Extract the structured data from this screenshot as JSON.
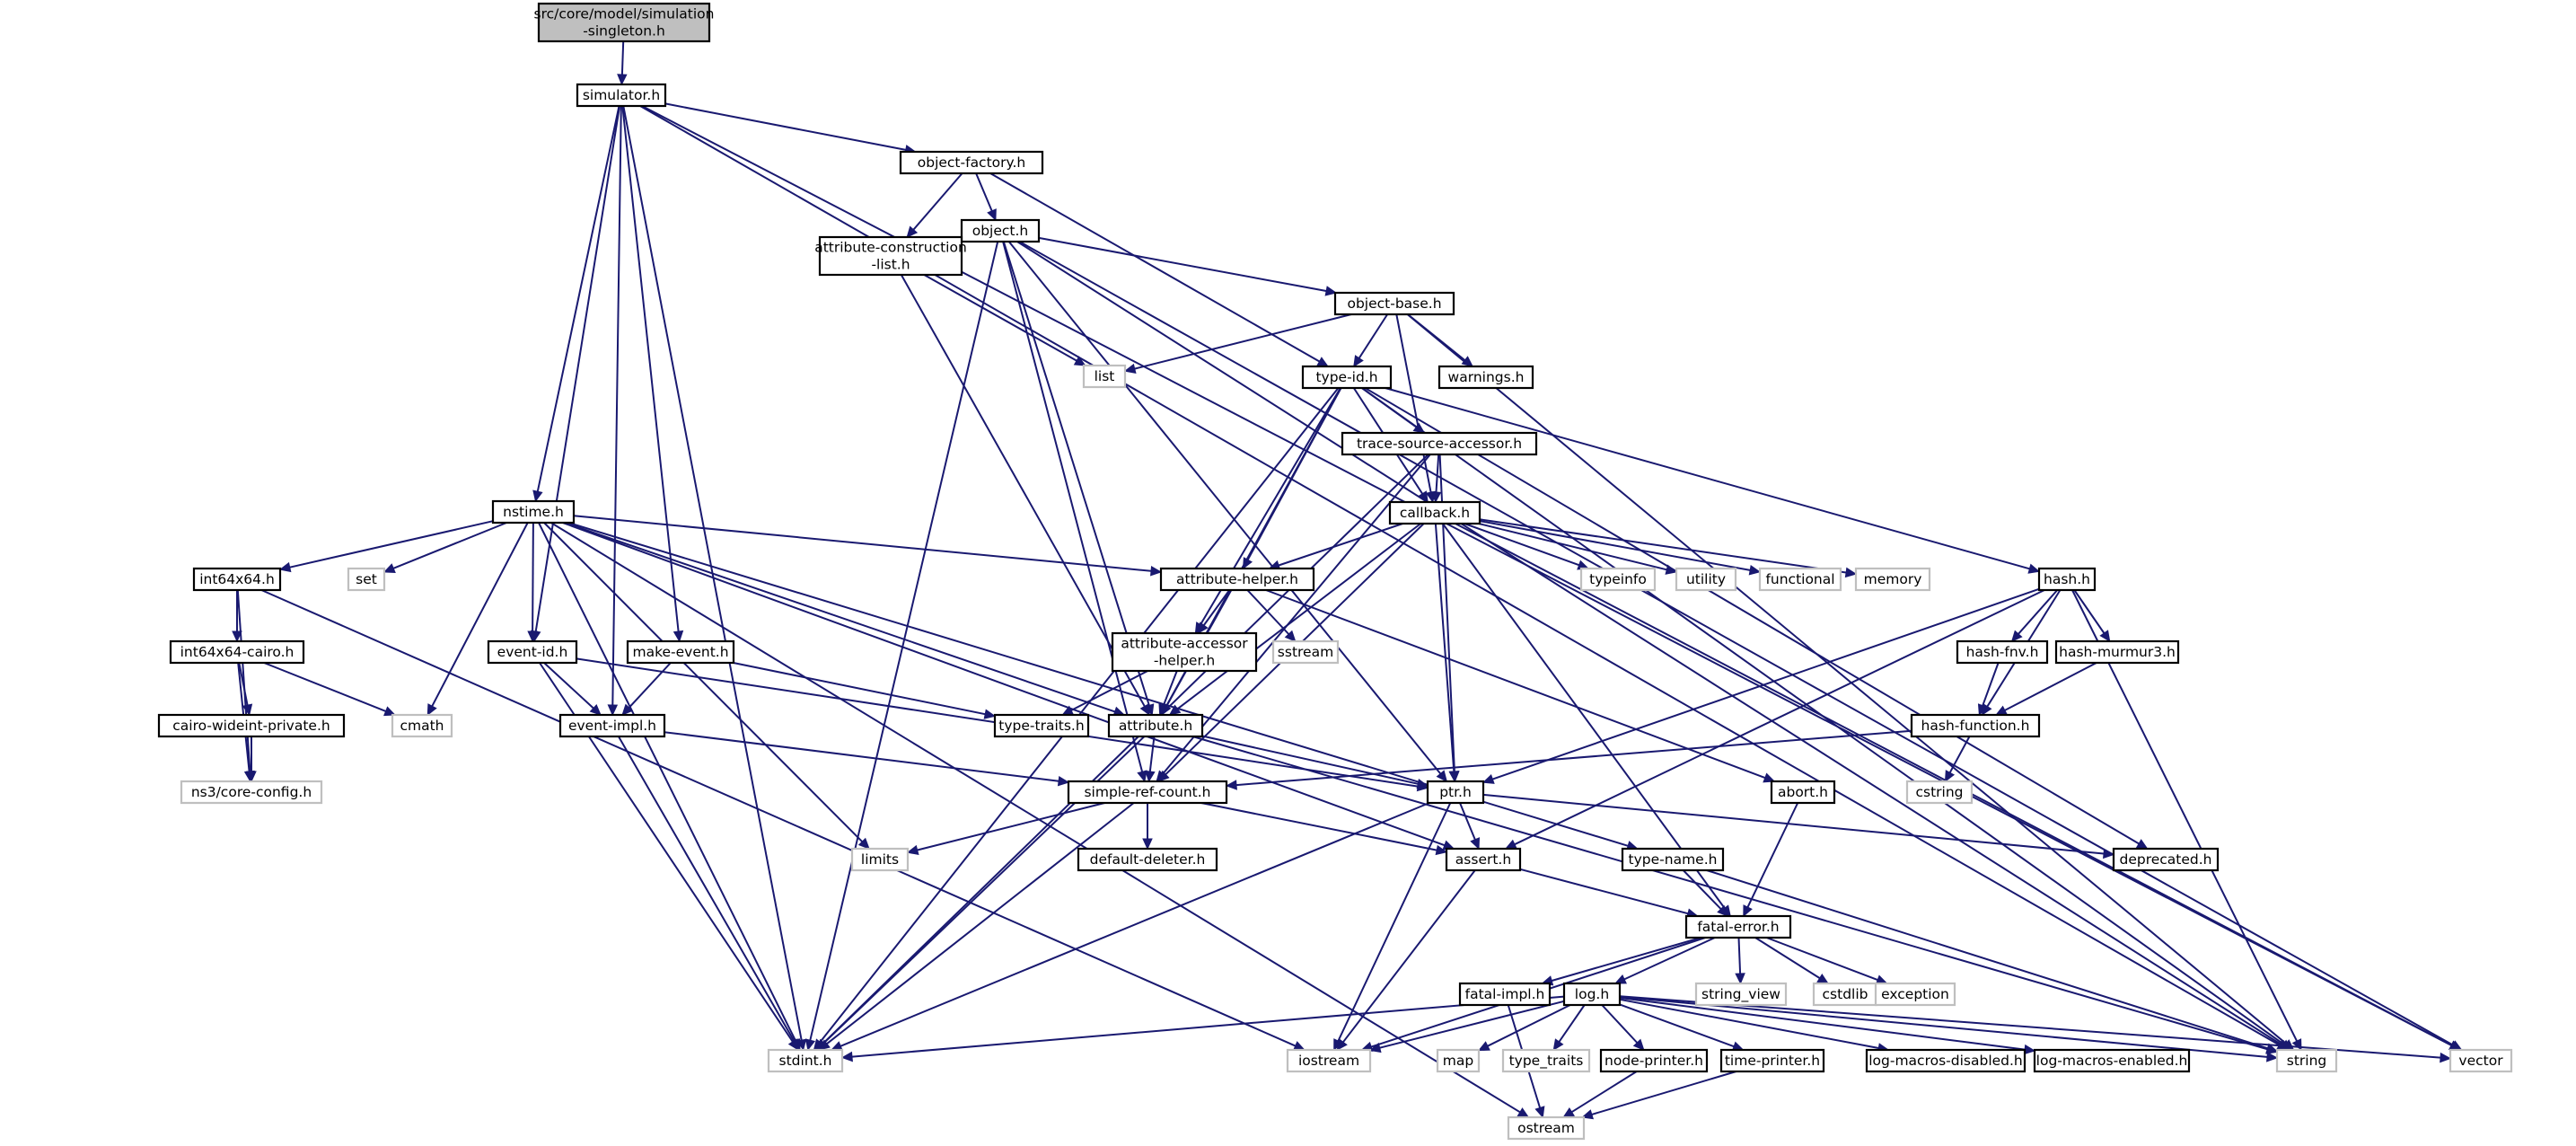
{
  "graph": {
    "root": "src/core/model/simulation-singleton.h",
    "nodes": [
      {
        "id": "root",
        "lines": [
          "src/core/model/simulation",
          "-singleton.h"
        ],
        "kind": "root"
      },
      {
        "id": "simulator",
        "lines": [
          "simulator.h"
        ],
        "kind": "project"
      },
      {
        "id": "object-factory",
        "lines": [
          "object-factory.h"
        ],
        "kind": "project"
      },
      {
        "id": "object",
        "lines": [
          "object.h"
        ],
        "kind": "project"
      },
      {
        "id": "attr-construction",
        "lines": [
          "attribute-construction",
          "-list.h"
        ],
        "kind": "project"
      },
      {
        "id": "object-base",
        "lines": [
          "object-base.h"
        ],
        "kind": "project"
      },
      {
        "id": "list",
        "lines": [
          "list"
        ],
        "kind": "external"
      },
      {
        "id": "type-id",
        "lines": [
          "type-id.h"
        ],
        "kind": "project"
      },
      {
        "id": "warnings",
        "lines": [
          "warnings.h"
        ],
        "kind": "project"
      },
      {
        "id": "trace-source",
        "lines": [
          "trace-source-accessor.h"
        ],
        "kind": "project"
      },
      {
        "id": "callback",
        "lines": [
          "callback.h"
        ],
        "kind": "project"
      },
      {
        "id": "nstime",
        "lines": [
          "nstime.h"
        ],
        "kind": "project"
      },
      {
        "id": "int64x64",
        "lines": [
          "int64x64.h"
        ],
        "kind": "project"
      },
      {
        "id": "set",
        "lines": [
          "set"
        ],
        "kind": "external"
      },
      {
        "id": "attribute-helper",
        "lines": [
          "attribute-helper.h"
        ],
        "kind": "project"
      },
      {
        "id": "typeinfo",
        "lines": [
          "typeinfo"
        ],
        "kind": "external"
      },
      {
        "id": "utility",
        "lines": [
          "utility"
        ],
        "kind": "external"
      },
      {
        "id": "functional",
        "lines": [
          "functional"
        ],
        "kind": "external"
      },
      {
        "id": "memory",
        "lines": [
          "memory"
        ],
        "kind": "external"
      },
      {
        "id": "hash",
        "lines": [
          "hash.h"
        ],
        "kind": "project"
      },
      {
        "id": "int64x64-cairo",
        "lines": [
          "int64x64-cairo.h"
        ],
        "kind": "project"
      },
      {
        "id": "event-id",
        "lines": [
          "event-id.h"
        ],
        "kind": "project"
      },
      {
        "id": "make-event",
        "lines": [
          "make-event.h"
        ],
        "kind": "project"
      },
      {
        "id": "attr-accessor",
        "lines": [
          "attribute-accessor",
          "-helper.h"
        ],
        "kind": "project"
      },
      {
        "id": "sstream",
        "lines": [
          "sstream"
        ],
        "kind": "external"
      },
      {
        "id": "hash-fnv",
        "lines": [
          "hash-fnv.h"
        ],
        "kind": "project"
      },
      {
        "id": "hash-murmur3",
        "lines": [
          "hash-murmur3.h"
        ],
        "kind": "project"
      },
      {
        "id": "cairo-wideint",
        "lines": [
          "cairo-wideint-private.h"
        ],
        "kind": "project"
      },
      {
        "id": "cmath",
        "lines": [
          "cmath"
        ],
        "kind": "external"
      },
      {
        "id": "event-impl",
        "lines": [
          "event-impl.h"
        ],
        "kind": "project"
      },
      {
        "id": "type-traits",
        "lines": [
          "type-traits.h"
        ],
        "kind": "project"
      },
      {
        "id": "attribute",
        "lines": [
          "attribute.h"
        ],
        "kind": "project"
      },
      {
        "id": "hash-function",
        "lines": [
          "hash-function.h"
        ],
        "kind": "project"
      },
      {
        "id": "ns3-core-config",
        "lines": [
          "ns3/core-config.h"
        ],
        "kind": "external"
      },
      {
        "id": "simple-ref-count",
        "lines": [
          "simple-ref-count.h"
        ],
        "kind": "project"
      },
      {
        "id": "ptr",
        "lines": [
          "ptr.h"
        ],
        "kind": "project"
      },
      {
        "id": "abort",
        "lines": [
          "abort.h"
        ],
        "kind": "project"
      },
      {
        "id": "cstring",
        "lines": [
          "cstring"
        ],
        "kind": "external"
      },
      {
        "id": "limits",
        "lines": [
          "limits"
        ],
        "kind": "external"
      },
      {
        "id": "default-deleter",
        "lines": [
          "default-deleter.h"
        ],
        "kind": "project"
      },
      {
        "id": "assert",
        "lines": [
          "assert.h"
        ],
        "kind": "project"
      },
      {
        "id": "type-name",
        "lines": [
          "type-name.h"
        ],
        "kind": "project"
      },
      {
        "id": "deprecated",
        "lines": [
          "deprecated.h"
        ],
        "kind": "project"
      },
      {
        "id": "fatal-error",
        "lines": [
          "fatal-error.h"
        ],
        "kind": "project"
      },
      {
        "id": "fatal-impl",
        "lines": [
          "fatal-impl.h"
        ],
        "kind": "project"
      },
      {
        "id": "log",
        "lines": [
          "log.h"
        ],
        "kind": "project"
      },
      {
        "id": "string_view",
        "lines": [
          "string_view"
        ],
        "kind": "external"
      },
      {
        "id": "cstdlib",
        "lines": [
          "cstdlib"
        ],
        "kind": "external"
      },
      {
        "id": "exception",
        "lines": [
          "exception"
        ],
        "kind": "external"
      },
      {
        "id": "stdint",
        "lines": [
          "stdint.h"
        ],
        "kind": "external"
      },
      {
        "id": "iostream",
        "lines": [
          "iostream"
        ],
        "kind": "external"
      },
      {
        "id": "map",
        "lines": [
          "map"
        ],
        "kind": "external"
      },
      {
        "id": "type_traits",
        "lines": [
          "type_traits"
        ],
        "kind": "external"
      },
      {
        "id": "node-printer",
        "lines": [
          "node-printer.h"
        ],
        "kind": "project"
      },
      {
        "id": "time-printer",
        "lines": [
          "time-printer.h"
        ],
        "kind": "project"
      },
      {
        "id": "log-disabled",
        "lines": [
          "log-macros-disabled.h"
        ],
        "kind": "project"
      },
      {
        "id": "log-enabled",
        "lines": [
          "log-macros-enabled.h"
        ],
        "kind": "project"
      },
      {
        "id": "string",
        "lines": [
          "string"
        ],
        "kind": "external"
      },
      {
        "id": "vector",
        "lines": [
          "vector"
        ],
        "kind": "external"
      },
      {
        "id": "ostream",
        "lines": [
          "ostream"
        ],
        "kind": "external"
      }
    ],
    "edges": [
      [
        "root",
        "simulator"
      ],
      [
        "simulator",
        "object-factory"
      ],
      [
        "simulator",
        "nstime"
      ],
      [
        "simulator",
        "event-id"
      ],
      [
        "simulator",
        "make-event"
      ],
      [
        "simulator",
        "event-impl"
      ],
      [
        "simulator",
        "stdint"
      ],
      [
        "simulator",
        "string"
      ],
      [
        "simulator",
        "vector"
      ],
      [
        "object-factory",
        "object"
      ],
      [
        "object-factory",
        "attr-construction"
      ],
      [
        "object-factory",
        "type-id"
      ],
      [
        "object",
        "attr-construction"
      ],
      [
        "object",
        "object-base"
      ],
      [
        "object",
        "attribute"
      ],
      [
        "object",
        "ptr"
      ],
      [
        "object",
        "simple-ref-count"
      ],
      [
        "object",
        "stdint"
      ],
      [
        "object",
        "string"
      ],
      [
        "object",
        "vector"
      ],
      [
        "attr-construction",
        "list"
      ],
      [
        "attr-construction",
        "attribute"
      ],
      [
        "object-base",
        "type-id"
      ],
      [
        "object-base",
        "warnings"
      ],
      [
        "object-base",
        "callback"
      ],
      [
        "object-base",
        "list"
      ],
      [
        "object-base",
        "string"
      ],
      [
        "type-id",
        "trace-source"
      ],
      [
        "type-id",
        "callback"
      ],
      [
        "type-id",
        "attribute-helper"
      ],
      [
        "type-id",
        "attr-accessor"
      ],
      [
        "type-id",
        "attribute"
      ],
      [
        "type-id",
        "hash"
      ],
      [
        "type-id",
        "deprecated"
      ],
      [
        "type-id",
        "stdint"
      ],
      [
        "type-id",
        "string"
      ],
      [
        "trace-source",
        "callback"
      ],
      [
        "trace-source",
        "simple-ref-count"
      ],
      [
        "trace-source",
        "ptr"
      ],
      [
        "trace-source",
        "stdint"
      ],
      [
        "callback",
        "attribute-helper"
      ],
      [
        "callback",
        "attribute"
      ],
      [
        "callback",
        "ptr"
      ],
      [
        "callback",
        "simple-ref-count"
      ],
      [
        "callback",
        "fatal-error"
      ],
      [
        "callback",
        "typeinfo"
      ],
      [
        "callback",
        "utility"
      ],
      [
        "callback",
        "functional"
      ],
      [
        "callback",
        "memory"
      ],
      [
        "callback",
        "vector"
      ],
      [
        "nstime",
        "int64x64"
      ],
      [
        "nstime",
        "set"
      ],
      [
        "nstime",
        "cmath"
      ],
      [
        "nstime",
        "event-id"
      ],
      [
        "nstime",
        "attribute-helper"
      ],
      [
        "nstime",
        "attribute"
      ],
      [
        "nstime",
        "assert"
      ],
      [
        "nstime",
        "type-name"
      ],
      [
        "nstime",
        "limits"
      ],
      [
        "nstime",
        "stdint"
      ],
      [
        "nstime",
        "ostream"
      ],
      [
        "int64x64",
        "int64x64-cairo"
      ],
      [
        "int64x64",
        "ns3-core-config"
      ],
      [
        "int64x64",
        "iostream"
      ],
      [
        "int64x64-cairo",
        "cairo-wideint"
      ],
      [
        "int64x64-cairo",
        "ns3-core-config"
      ],
      [
        "int64x64-cairo",
        "cmath"
      ],
      [
        "cairo-wideint",
        "ns3-core-config"
      ],
      [
        "event-id",
        "event-impl"
      ],
      [
        "event-id",
        "ptr"
      ],
      [
        "event-id",
        "stdint"
      ],
      [
        "make-event",
        "event-impl"
      ],
      [
        "make-event",
        "type-traits"
      ],
      [
        "event-impl",
        "simple-ref-count"
      ],
      [
        "event-impl",
        "stdint"
      ],
      [
        "attribute-helper",
        "attr-accessor"
      ],
      [
        "attribute-helper",
        "attribute"
      ],
      [
        "attribute-helper",
        "abort"
      ],
      [
        "attribute-helper",
        "sstream"
      ],
      [
        "attr-accessor",
        "attribute"
      ],
      [
        "attr-accessor",
        "type-traits"
      ],
      [
        "attribute",
        "simple-ref-count"
      ],
      [
        "attribute",
        "ptr"
      ],
      [
        "attribute",
        "string"
      ],
      [
        "attribute",
        "stdint"
      ],
      [
        "hash",
        "hash-fnv"
      ],
      [
        "hash",
        "hash-murmur3"
      ],
      [
        "hash",
        "hash-function"
      ],
      [
        "hash",
        "assert"
      ],
      [
        "hash",
        "ptr"
      ],
      [
        "hash",
        "string"
      ],
      [
        "hash-fnv",
        "hash-function"
      ],
      [
        "hash-murmur3",
        "hash-function"
      ],
      [
        "hash-function",
        "simple-ref-count"
      ],
      [
        "hash-function",
        "cstring"
      ],
      [
        "simple-ref-count",
        "default-deleter"
      ],
      [
        "simple-ref-count",
        "assert"
      ],
      [
        "simple-ref-count",
        "limits"
      ],
      [
        "simple-ref-count",
        "stdint"
      ],
      [
        "ptr",
        "assert"
      ],
      [
        "ptr",
        "deprecated"
      ],
      [
        "ptr",
        "iostream"
      ],
      [
        "ptr",
        "stdint"
      ],
      [
        "abort",
        "fatal-error"
      ],
      [
        "assert",
        "fatal-error"
      ],
      [
        "assert",
        "iostream"
      ],
      [
        "type-name",
        "fatal-error"
      ],
      [
        "type-name",
        "string"
      ],
      [
        "fatal-error",
        "fatal-impl"
      ],
      [
        "fatal-error",
        "log"
      ],
      [
        "fatal-error",
        "string_view"
      ],
      [
        "fatal-error",
        "cstdlib"
      ],
      [
        "fatal-error",
        "exception"
      ],
      [
        "fatal-error",
        "iostream"
      ],
      [
        "fatal-impl",
        "ostream"
      ],
      [
        "log",
        "stdint"
      ],
      [
        "log",
        "iostream"
      ],
      [
        "log",
        "map"
      ],
      [
        "log",
        "type_traits"
      ],
      [
        "log",
        "node-printer"
      ],
      [
        "log",
        "time-printer"
      ],
      [
        "log",
        "log-disabled"
      ],
      [
        "log",
        "log-enabled"
      ],
      [
        "log",
        "string"
      ],
      [
        "log",
        "vector"
      ],
      [
        "node-printer",
        "ostream"
      ],
      [
        "time-printer",
        "ostream"
      ]
    ]
  }
}
